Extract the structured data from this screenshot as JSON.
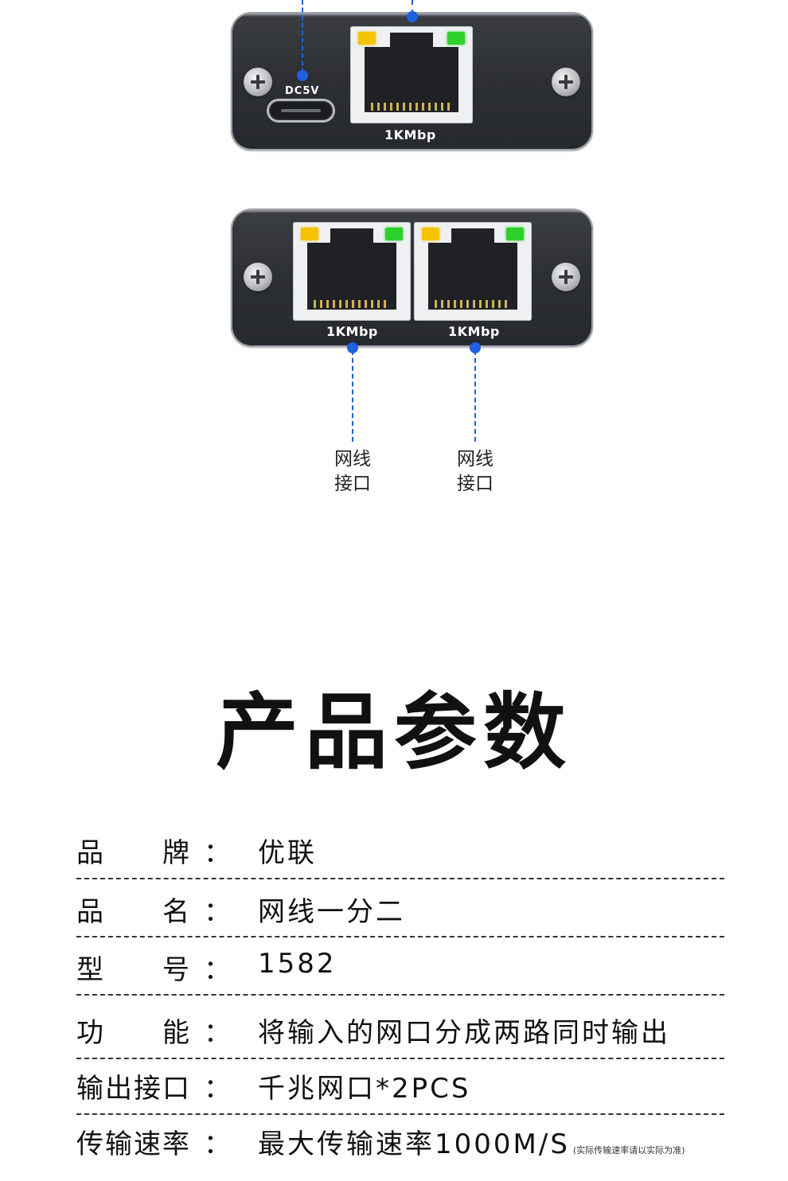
{
  "device_top": {
    "power_label": "DC5V",
    "port_label": "1KMbp"
  },
  "device_bottom": {
    "port_labels": [
      "1KMbp",
      "1KMbp"
    ]
  },
  "callouts": [
    "网线\n接口",
    "网线\n接口"
  ],
  "title": "产品参数",
  "specs": [
    {
      "label": "品　　牌",
      "value": "优联"
    },
    {
      "label": "品　　名",
      "value": "网线一分二"
    },
    {
      "label": "型　　号",
      "value": "1582"
    },
    {
      "label": "功　　能",
      "value": "将输入的网口分成两路同时输出"
    },
    {
      "label": "输出接口",
      "value": "千兆网口*2PCS"
    },
    {
      "label": "传输速率",
      "value": "最大传输速率1000M/S",
      "note": "(实际传输速率请以实际为准)"
    }
  ],
  "colon": "："
}
